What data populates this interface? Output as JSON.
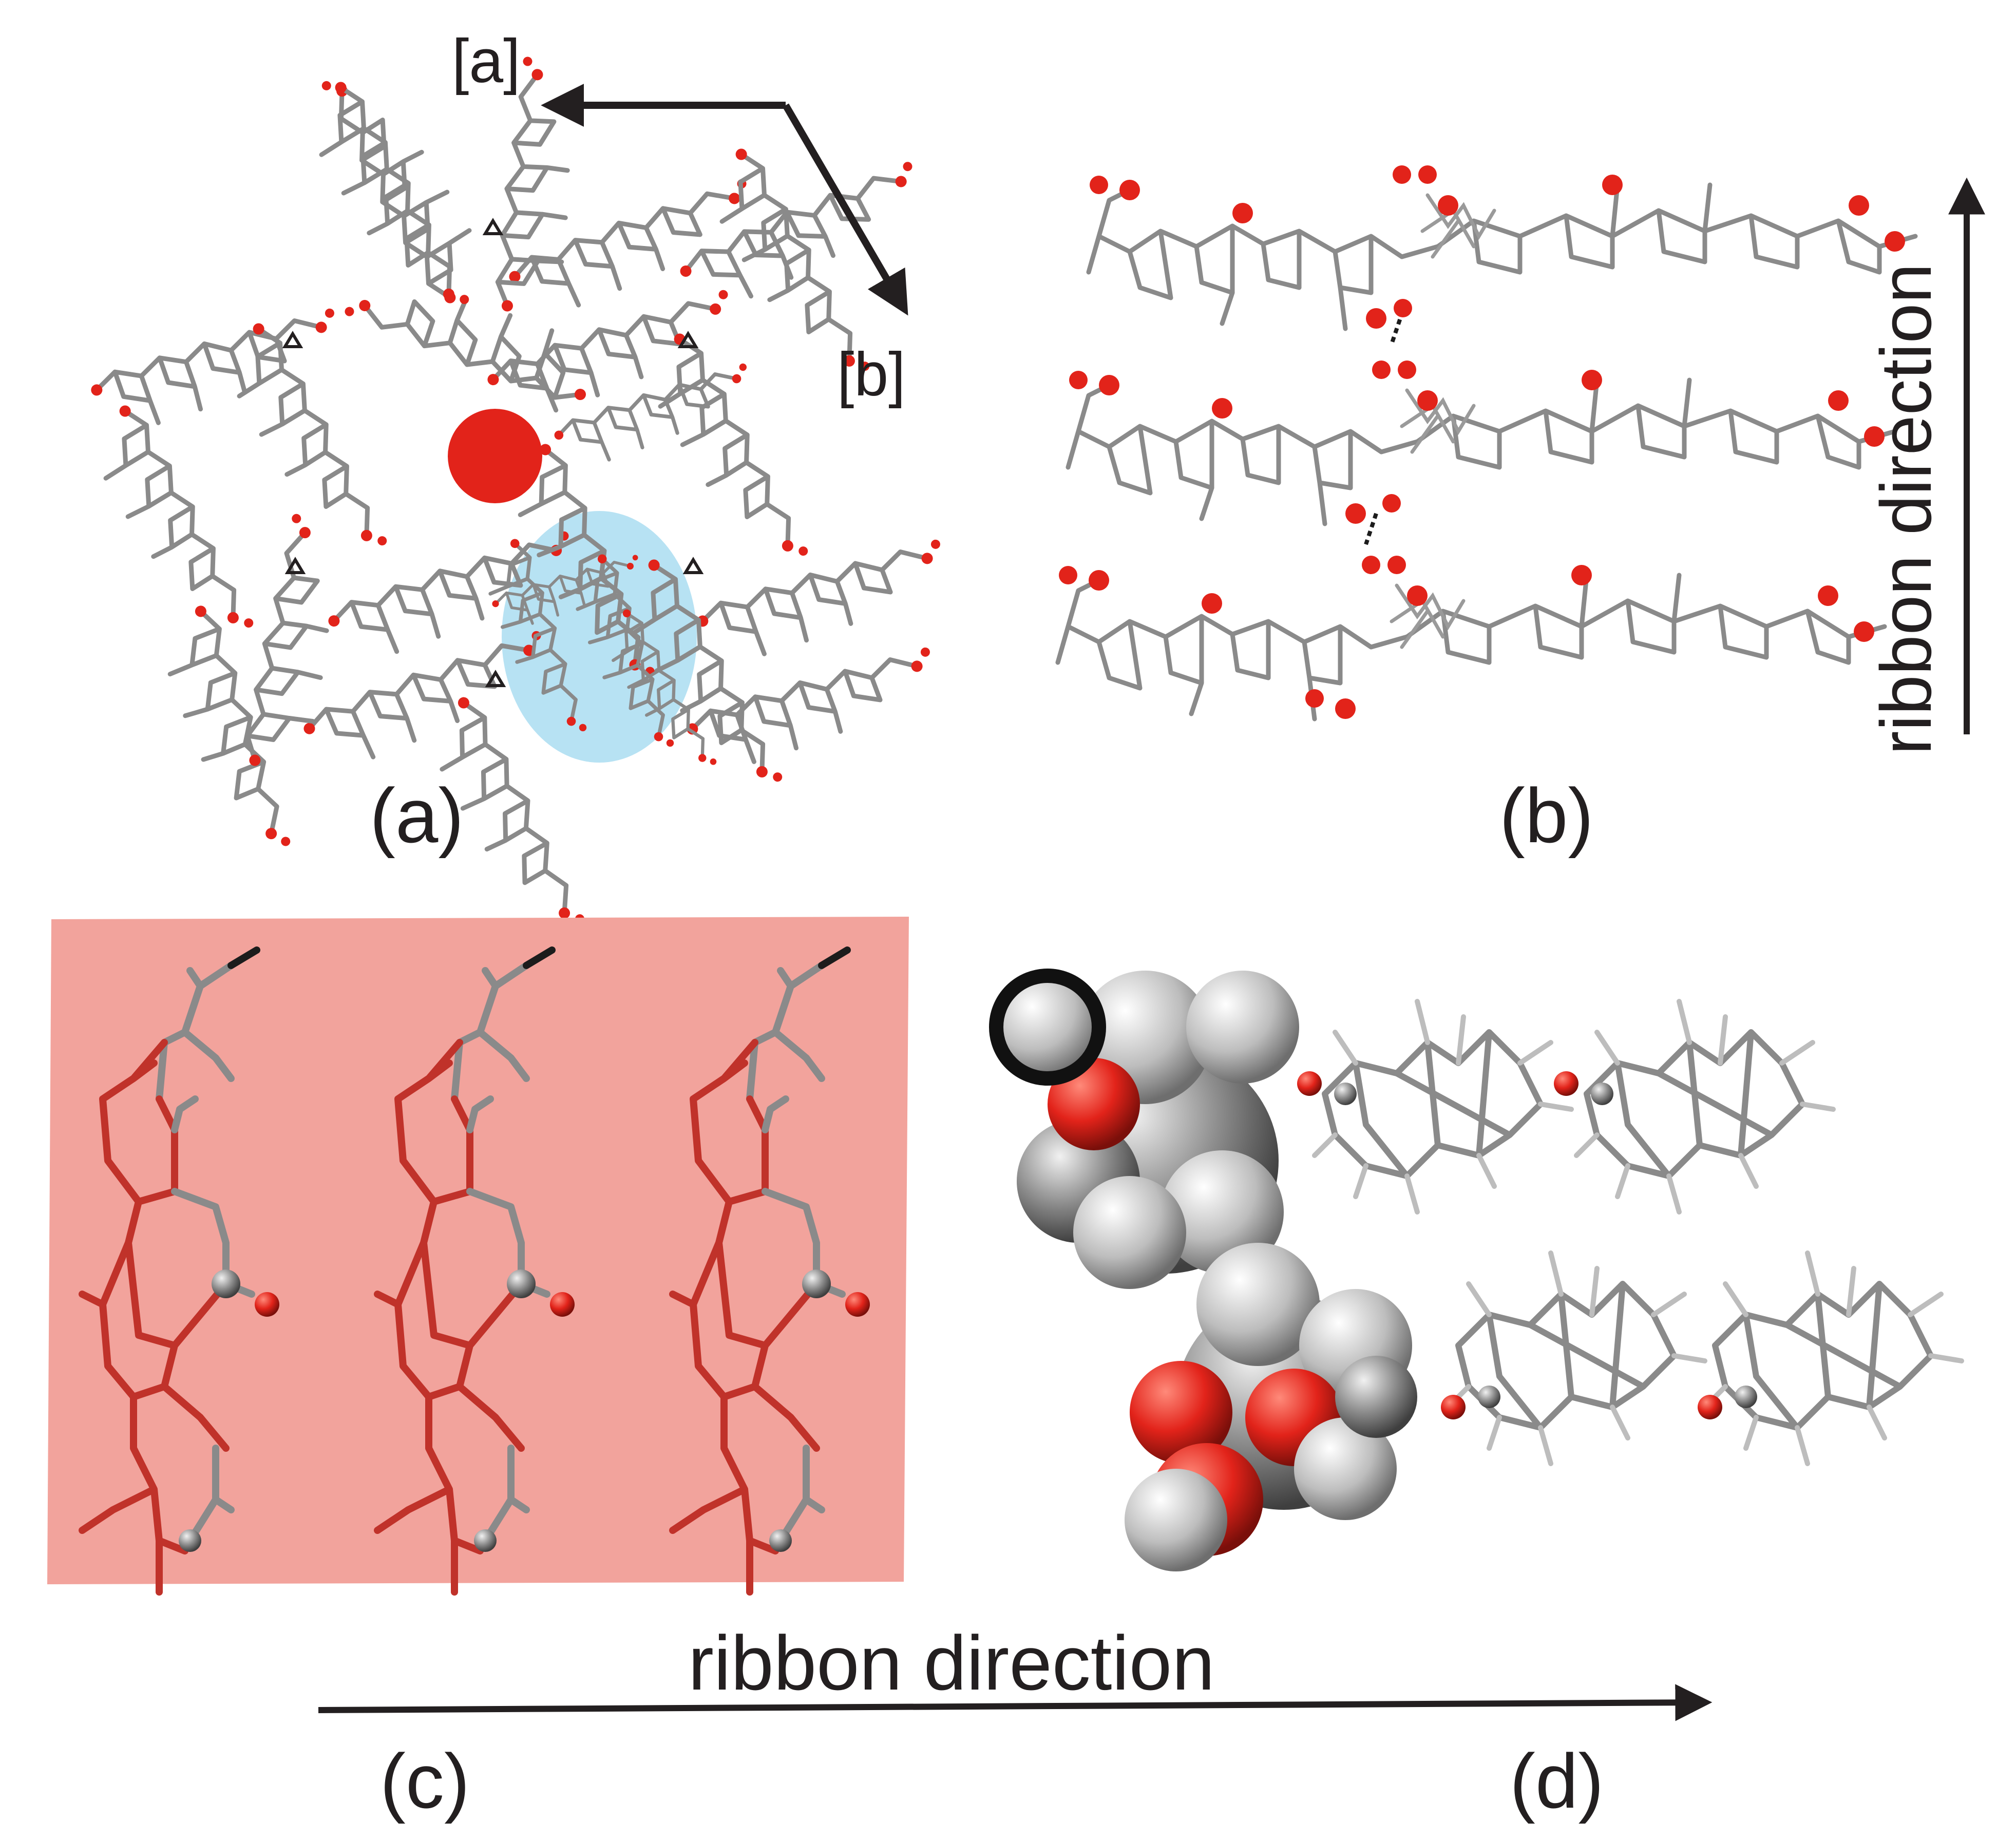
{
  "figure": {
    "panel_a": {
      "label": "(a)",
      "axis_a_label": "[a]",
      "axis_b_label": "[b]"
    },
    "panel_b": {
      "label": "(b)",
      "direction_label": "ribbon direction"
    },
    "panel_c": {
      "label": "(c)"
    },
    "panel_d": {
      "label": "(d)"
    },
    "shared": {
      "direction_label": "ribbon direction"
    },
    "colors": {
      "bond_gray": "#8a8a8a",
      "oxygen_red": "#e2231a",
      "highlight_red_bg": "#f2a39c",
      "highlight_blue": "#b7e2f3",
      "arrow_black": "#231f20",
      "red_chain": "#c0322a",
      "hydrogen_light": "#e8e8e8"
    }
  }
}
